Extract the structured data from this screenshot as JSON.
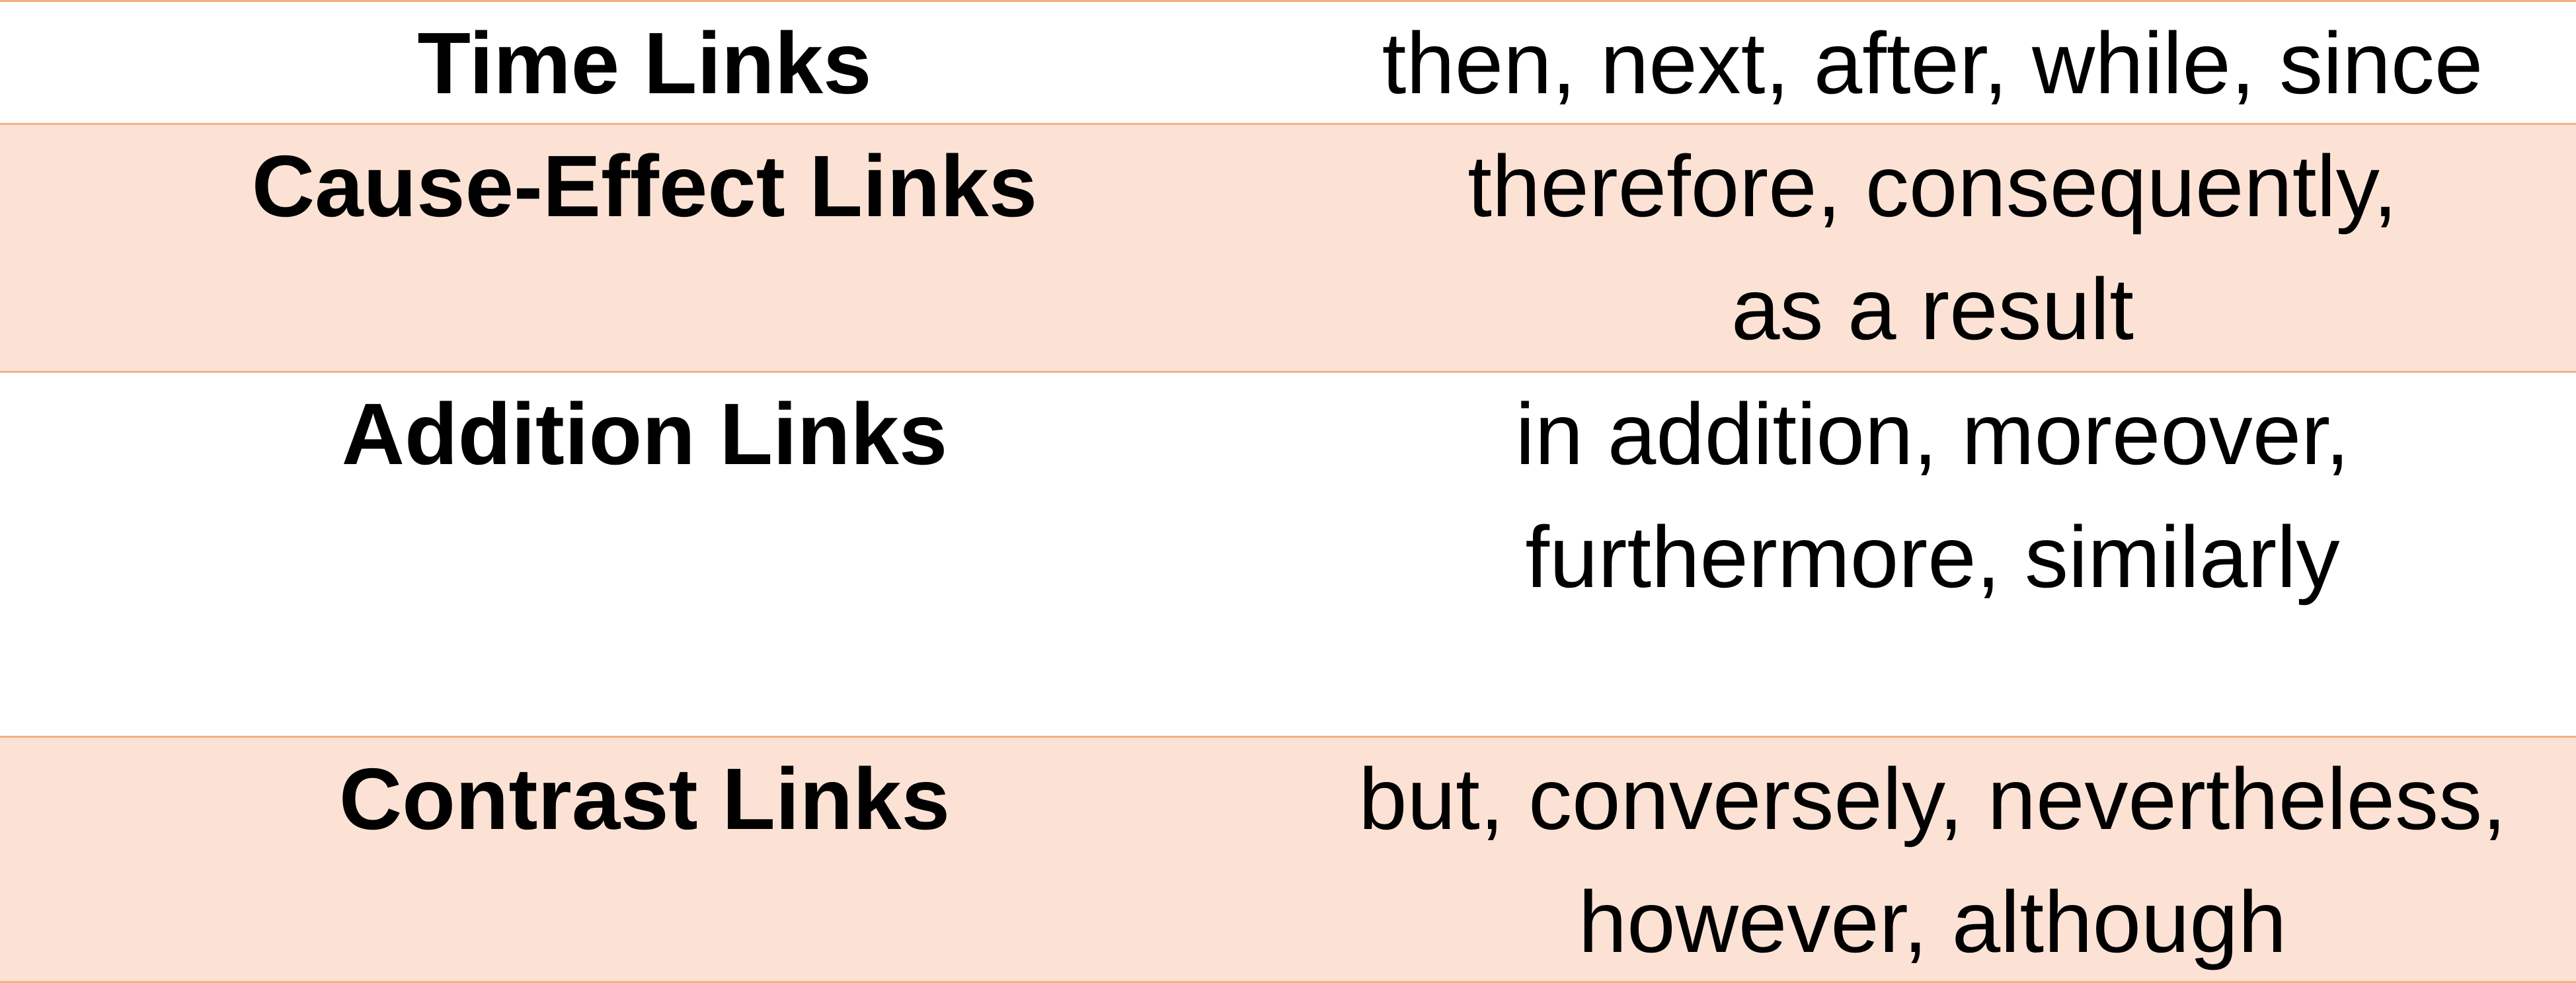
{
  "rows": [
    {
      "category": "Time Links",
      "examples": [
        "then, next, after, while, since"
      ],
      "shaded": false
    },
    {
      "category": "Cause-Effect Links",
      "examples": [
        "therefore, consequently,",
        "as a result"
      ],
      "shaded": true
    },
    {
      "category": "Addition Links",
      "examples": [
        "in addition, moreover,",
        "furthermore, similarly"
      ],
      "shaded": false
    },
    {
      "category": "Contrast Links",
      "examples": [
        "but, conversely, nevertheless,",
        "however, although"
      ],
      "shaded": true
    }
  ],
  "colors": {
    "border": "#f4b183",
    "shaded_fill": "#fbe2d5",
    "text": "#000000"
  }
}
